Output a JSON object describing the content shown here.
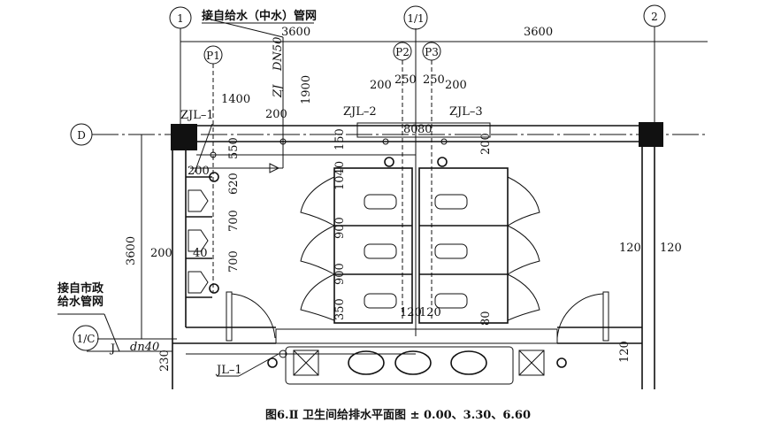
{
  "axes": {
    "a1": "1",
    "a11": "1/1",
    "a2": "2",
    "aD": "D",
    "a1C": "1/C"
  },
  "risers": {
    "p1": "P1",
    "p2": "P2",
    "p3": "P3"
  },
  "labels": {
    "supply_top": "接自给水（中水）管网",
    "supply_city_1": "接自市政",
    "supply_city_2": "给水管网",
    "zj": "ZJ",
    "dn50": "DN50",
    "zjl1": "ZJL–1",
    "zjl2": "ZJL–2",
    "zjl3": "ZJL–3",
    "jl1": "JL–1",
    "j": "J",
    "dn40": "dn40"
  },
  "dimensions": {
    "d3600a": "3600",
    "d3600b": "3600",
    "d1400": "1400",
    "d200a": "200",
    "d1900": "1900",
    "d200b": "200",
    "d250a": "250",
    "d250b": "250",
    "d200c": "200",
    "d80a": "80",
    "d80b": "80",
    "d550": "550",
    "d150": "150",
    "d200d": "200",
    "d200e": "200",
    "d620": "620",
    "d700a": "700",
    "d700b": "700",
    "d1040": "1040",
    "d900a": "900",
    "d900b": "900",
    "d350": "350",
    "d120a": "120",
    "d120b": "120",
    "d80c": "80",
    "d3600c": "3600",
    "d200f": "200",
    "d40": "40",
    "d230": "230",
    "d120c": "120",
    "d120d": "120",
    "d120e": "120"
  },
  "caption": "图6.Ⅱ   卫生间给排水平面图 ± 0.00、3.30、6.60"
}
